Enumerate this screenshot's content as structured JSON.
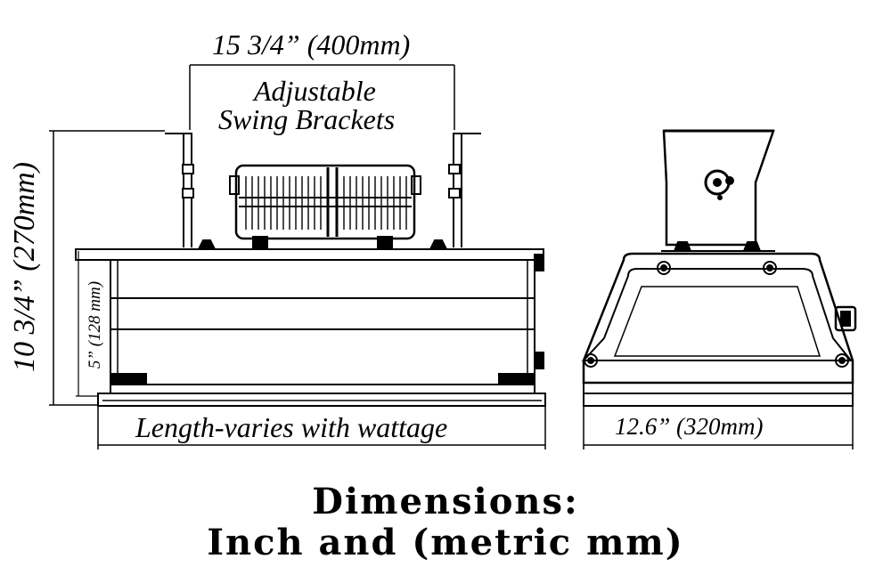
{
  "labels": {
    "bracket_width": "15 3/4” (400mm)",
    "bracket_note_line1": "Adjustable",
    "bracket_note_line2": "Swing Brackets",
    "total_height": "10 3/4” (270mm)",
    "body_height": "5” (128 mm)",
    "length_note": "Length-varies with wattage",
    "depth": "12.6” (320mm)"
  },
  "title": {
    "line1": "Dimensions:",
    "line2": "Inch and (metric mm)"
  }
}
